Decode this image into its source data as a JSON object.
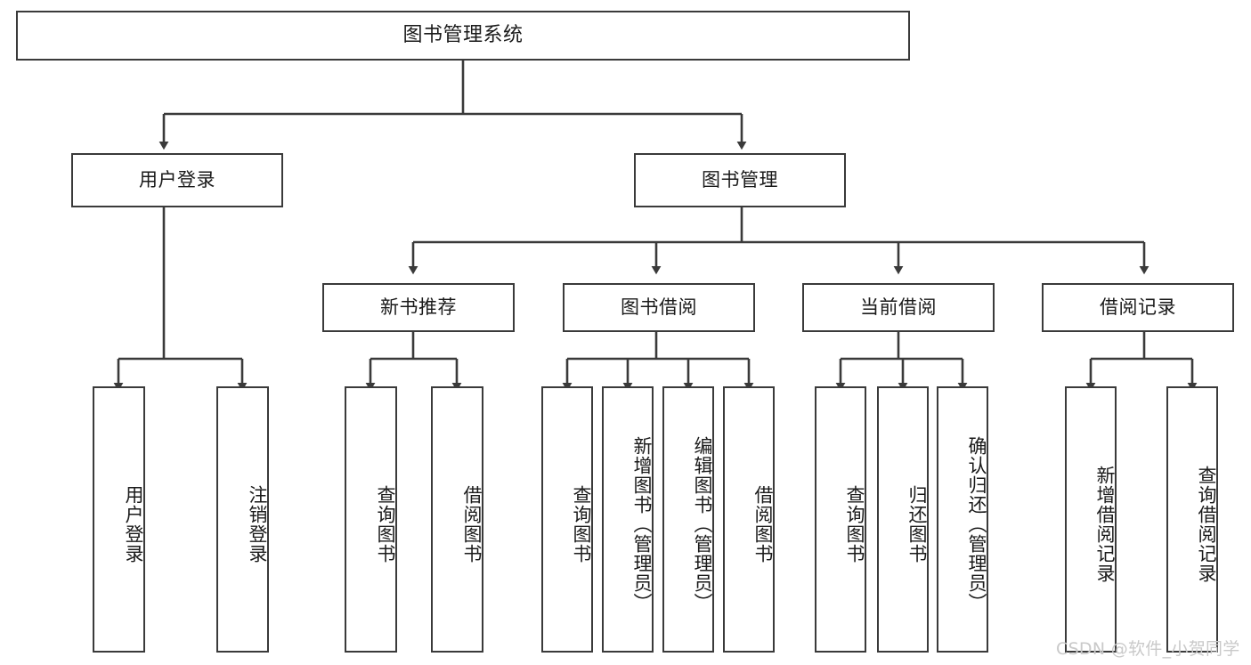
{
  "diagram": {
    "type": "tree-hierarchy",
    "title": "图书管理系统",
    "orientation": "top-down",
    "colors": {
      "box_stroke": "#3a3a3a",
      "box_fill": "#ffffff",
      "edge": "#3a3a3a",
      "text": "#1a1a1a",
      "watermark": "#c9c9c9"
    },
    "levels": {
      "root": {
        "label": "图书管理系统",
        "orientation": "horizontal"
      },
      "level1": [
        {
          "label": "用户登录",
          "orientation": "horizontal"
        },
        {
          "label": "图书管理",
          "orientation": "horizontal"
        }
      ],
      "level2": [
        {
          "label": "新书推荐",
          "orientation": "horizontal"
        },
        {
          "label": "图书借阅",
          "orientation": "horizontal"
        },
        {
          "label": "当前借阅",
          "orientation": "horizontal"
        },
        {
          "label": "借阅记录",
          "orientation": "horizontal"
        }
      ],
      "leaves": {
        "user_login": [
          {
            "label": "用户登录",
            "orientation": "vertical"
          },
          {
            "label": "注销登录",
            "orientation": "vertical"
          }
        ],
        "new_book_recommend": [
          {
            "label": "查询图书",
            "orientation": "vertical"
          },
          {
            "label": "借阅图书",
            "orientation": "vertical"
          }
        ],
        "book_borrow": [
          {
            "label": "查询图书",
            "orientation": "vertical"
          },
          {
            "label": "新增图书（管理员）",
            "orientation": "vertical"
          },
          {
            "label": "编辑图书（管理员）",
            "orientation": "vertical"
          },
          {
            "label": "借阅图书",
            "orientation": "vertical"
          }
        ],
        "current_borrow": [
          {
            "label": "查询图书",
            "orientation": "vertical"
          },
          {
            "label": "归还图书",
            "orientation": "vertical"
          },
          {
            "label": "确认归还（管理员）",
            "orientation": "vertical"
          }
        ],
        "borrow_record": [
          {
            "label": "新增借阅记录",
            "orientation": "vertical"
          },
          {
            "label": "查询借阅记录",
            "orientation": "vertical"
          }
        ]
      }
    },
    "edges": [
      {
        "from": "图书管理系统",
        "to": "用户登录"
      },
      {
        "from": "图书管理系统",
        "to": "图书管理"
      },
      {
        "from": "图书管理",
        "to": "新书推荐"
      },
      {
        "from": "图书管理",
        "to": "图书借阅"
      },
      {
        "from": "图书管理",
        "to": "当前借阅"
      },
      {
        "from": "图书管理",
        "to": "借阅记录"
      },
      {
        "from": "用户登录",
        "to": "用户登录(叶)"
      },
      {
        "from": "用户登录",
        "to": "注销登录"
      },
      {
        "from": "新书推荐",
        "to": "查询图书"
      },
      {
        "from": "新书推荐",
        "to": "借阅图书"
      },
      {
        "from": "图书借阅",
        "to": "查询图书"
      },
      {
        "from": "图书借阅",
        "to": "新增图书（管理员）"
      },
      {
        "from": "图书借阅",
        "to": "编辑图书（管理员）"
      },
      {
        "from": "图书借阅",
        "to": "借阅图书"
      },
      {
        "from": "当前借阅",
        "to": "查询图书"
      },
      {
        "from": "当前借阅",
        "to": "归还图书"
      },
      {
        "from": "当前借阅",
        "to": "确认归还（管理员）"
      },
      {
        "from": "借阅记录",
        "to": "新增借阅记录"
      },
      {
        "from": "借阅记录",
        "to": "查询借阅记录"
      }
    ],
    "watermark": "CSDN @软件_小贺同学"
  }
}
